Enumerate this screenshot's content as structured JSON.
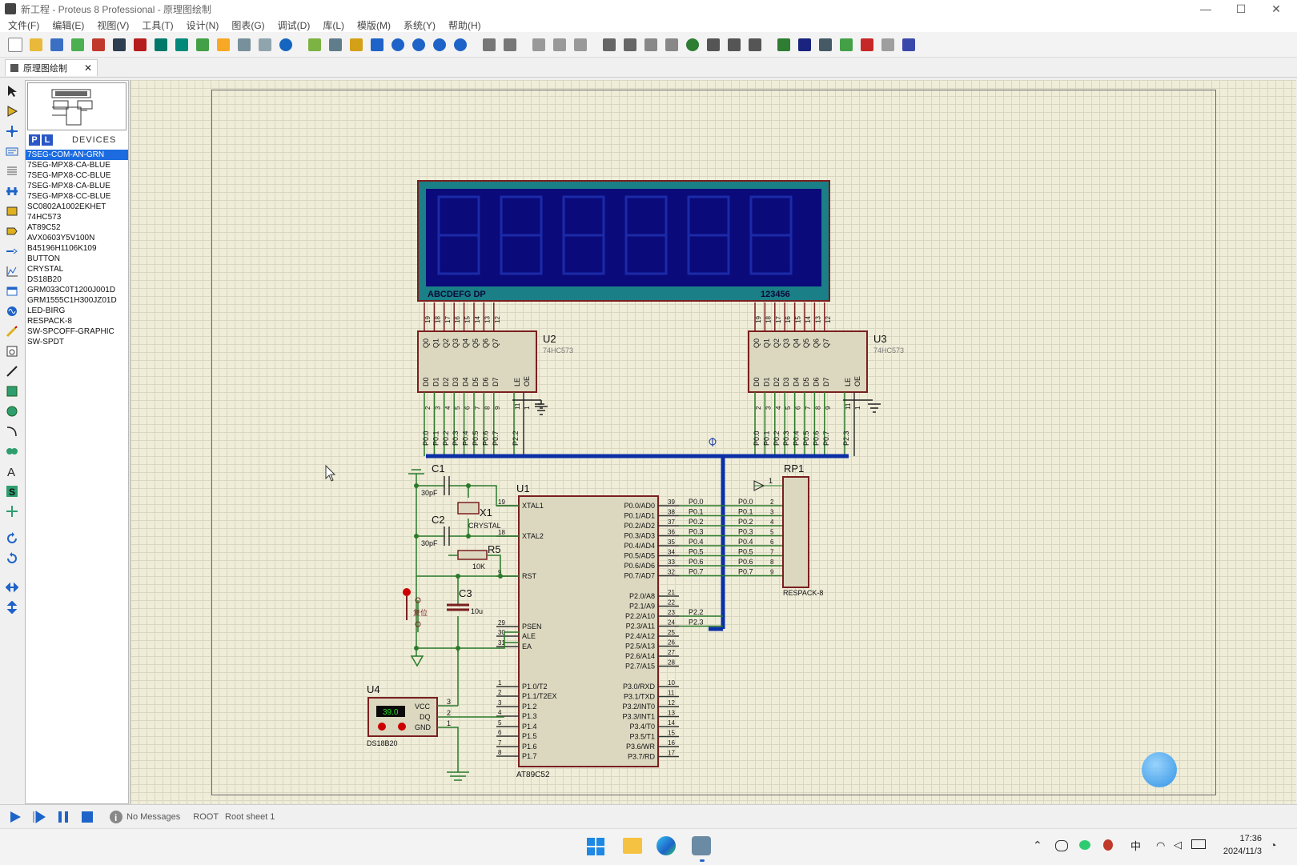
{
  "window": {
    "title": "新工程 - Proteus 8 Professional - 原理图绘制",
    "minimize": "—",
    "maximize": "☐",
    "close": "✕"
  },
  "menu": [
    "文件(F)",
    "编辑(E)",
    "视图(V)",
    "工具(T)",
    "设计(N)",
    "图表(G)",
    "调试(D)",
    "库(L)",
    "模版(M)",
    "系统(Y)",
    "帮助(H)"
  ],
  "tab": {
    "label": "原理图绘制",
    "close": "✕"
  },
  "devices": {
    "p_button": "P",
    "l_button": "L",
    "header": "DEVICES",
    "items": [
      "7SEG-COM-AN-GRN",
      "7SEG-MPX8-CA-BLUE",
      "7SEG-MPX8-CC-BLUE",
      "7SEG-MPX8-CA-BLUE",
      "7SEG-MPX8-CC-BLUE",
      "SC0802A1002EKHET",
      "74HC573",
      "AT89C52",
      "AVX0603Y5V100N",
      "B45196H1106K109",
      "BUTTON",
      "CRYSTAL",
      "DS18B20",
      "GRM033C0T1200J001D",
      "GRM1555C1H300JZ01D",
      "LED-BIRG",
      "RESPACK-8",
      "SW-SPCOFF-GRAPHIC",
      "SW-SPDT"
    ],
    "selected_index": 0
  },
  "schematic": {
    "display_left": "ABCDEFG DP",
    "display_right": "123456",
    "u2": {
      "ref": "U2",
      "part": "74HC573"
    },
    "u3": {
      "ref": "U3",
      "part": "74HC573"
    },
    "u1": {
      "ref": "U1",
      "part": "AT89C52"
    },
    "u4": {
      "ref": "U4",
      "part": "DS18B20",
      "reading": "39.0",
      "pin_vcc": "VCC",
      "pin_dq": "DQ",
      "pin_gnd": "GND"
    },
    "rp1": {
      "ref": "RP1",
      "part": "RESPACK-8"
    },
    "c1": {
      "ref": "C1",
      "value": "30pF"
    },
    "c2": {
      "ref": "C2",
      "value": "30pF"
    },
    "c3": {
      "ref": "C3",
      "value": "10u"
    },
    "x1": {
      "ref": "X1",
      "part": "CRYSTAL"
    },
    "r5": {
      "ref": "R5",
      "value": "10K"
    },
    "reset_label": "复位",
    "latch_q_pins": [
      "Q0",
      "Q1",
      "Q2",
      "Q3",
      "Q4",
      "Q5",
      "Q6",
      "Q7"
    ],
    "latch_d_pins": [
      "D0",
      "D1",
      "D2",
      "D3",
      "D4",
      "D5",
      "D6",
      "D7"
    ],
    "latch_le": "LE",
    "latch_oe": "OE",
    "latch_top_nums": [
      "19",
      "18",
      "17",
      "16",
      "15",
      "14",
      "13",
      "12"
    ],
    "latch_bottom_nums": [
      "2",
      "3",
      "4",
      "5",
      "6",
      "7",
      "8",
      "9",
      "11",
      "1"
    ],
    "bus_labels_u2": [
      "P0.0",
      "P0.1",
      "P0.2",
      "P0.3",
      "P0.4",
      "P0.5",
      "P0.6",
      "P0.7",
      "P2.2"
    ],
    "bus_labels_u3": [
      "P0.0",
      "P0.1",
      "P0.2",
      "P0.3",
      "P0.4",
      "P0.5",
      "P0.6",
      "P0.7",
      "P2.3"
    ],
    "u1_left_pins": [
      {
        "num": "19",
        "name": "XTAL1"
      },
      {
        "num": "18",
        "name": "XTAL2"
      },
      {
        "num": "9",
        "name": "RST"
      },
      {
        "num": "29",
        "name": "PSEN"
      },
      {
        "num": "30",
        "name": "ALE"
      },
      {
        "num": "31",
        "name": "EA"
      },
      {
        "num": "1",
        "name": "P1.0/T2"
      },
      {
        "num": "2",
        "name": "P1.1/T2EX"
      },
      {
        "num": "3",
        "name": "P1.2"
      },
      {
        "num": "4",
        "name": "P1.3"
      },
      {
        "num": "5",
        "name": "P1.4"
      },
      {
        "num": "6",
        "name": "P1.5"
      },
      {
        "num": "7",
        "name": "P1.6"
      },
      {
        "num": "8",
        "name": "P1.7"
      }
    ],
    "u1_right_p0": [
      {
        "num": "39",
        "name": "P0.0/AD0",
        "net": "P0.0"
      },
      {
        "num": "38",
        "name": "P0.1/AD1",
        "net": "P0.1"
      },
      {
        "num": "37",
        "name": "P0.2/AD2",
        "net": "P0.2"
      },
      {
        "num": "36",
        "name": "P0.3/AD3",
        "net": "P0.3"
      },
      {
        "num": "35",
        "name": "P0.4/AD4",
        "net": "P0.4"
      },
      {
        "num": "34",
        "name": "P0.5/AD5",
        "net": "P0.5"
      },
      {
        "num": "33",
        "name": "P0.6/AD6",
        "net": "P0.6"
      },
      {
        "num": "32",
        "name": "P0.7/AD7",
        "net": "P0.7"
      }
    ],
    "u1_right_p2": [
      {
        "num": "21",
        "name": "P2.0/A8",
        "net": ""
      },
      {
        "num": "22",
        "name": "P2.1/A9",
        "net": ""
      },
      {
        "num": "23",
        "name": "P2.2/A10",
        "net": "P2.2"
      },
      {
        "num": "24",
        "name": "P2.3/A11",
        "net": "P2.3"
      },
      {
        "num": "25",
        "name": "P2.4/A12",
        "net": ""
      },
      {
        "num": "26",
        "name": "P2.5/A13",
        "net": ""
      },
      {
        "num": "27",
        "name": "P2.6/A14",
        "net": ""
      },
      {
        "num": "28",
        "name": "P2.7/A15",
        "net": ""
      }
    ],
    "u1_right_p3": [
      {
        "num": "10",
        "name": "P3.0/RXD"
      },
      {
        "num": "11",
        "name": "P3.1/TXD"
      },
      {
        "num": "12",
        "name": "P3.2/INT0"
      },
      {
        "num": "13",
        "name": "P3.3/INT1"
      },
      {
        "num": "14",
        "name": "P3.4/T0"
      },
      {
        "num": "15",
        "name": "P3.5/T1"
      },
      {
        "num": "16",
        "name": "P3.6/WR"
      },
      {
        "num": "17",
        "name": "P3.7/RD"
      }
    ],
    "rp1_pins": [
      "2",
      "3",
      "4",
      "5",
      "6",
      "7",
      "8",
      "9"
    ],
    "rp1_common_pin": "1"
  },
  "status": {
    "messages": "No Messages",
    "root": "ROOT",
    "sheet": "Root sheet 1"
  },
  "taskbar": {
    "time": "17:36",
    "date": "2024/11/3",
    "ime": "中"
  }
}
